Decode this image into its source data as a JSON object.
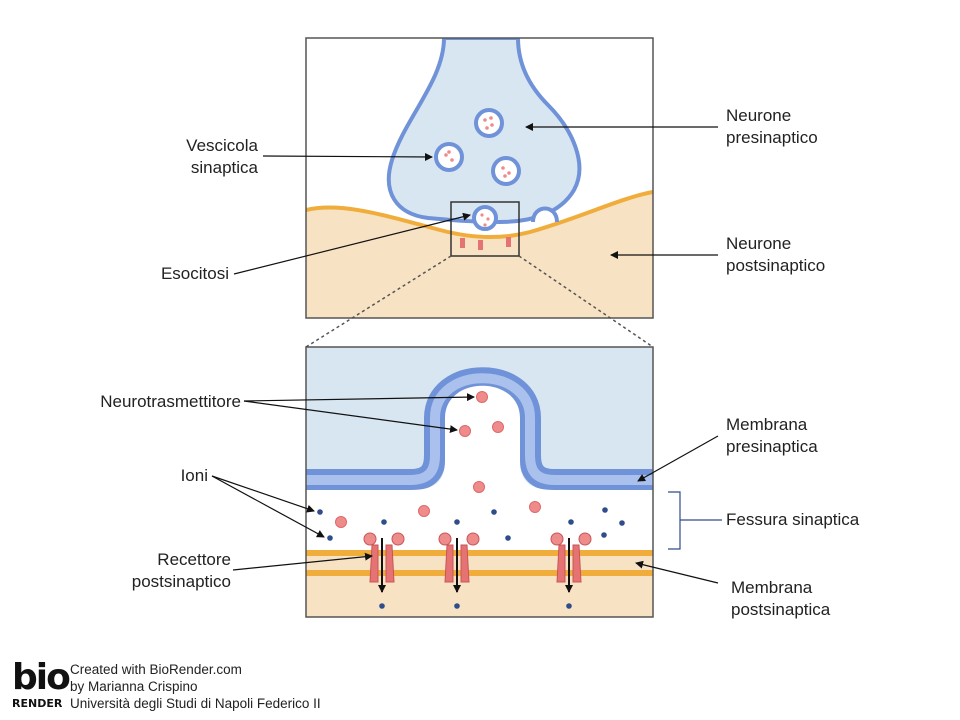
{
  "labels": {
    "vescicola": "Vescicola\nsinaptica",
    "neurone_pre": "Neurone\npresinaptico",
    "esocitosi": "Esocitosi",
    "neurone_post": "Neurone\npostsinaptico",
    "neurotrasmettitore": "Neurotrasmettitore",
    "membrana_pre": "Membrana\npresinaptica",
    "ioni": "Ioni",
    "fessura": "Fessura sinaptica",
    "recettore": "Recettore\npostsinaptico",
    "membrana_post": "Membrana\npostsinaptica"
  },
  "credits": {
    "logo_top": "bio",
    "logo_bottom": "RENDER",
    "line1": "Created with BioRender.com",
    "line2": "by Marianna Crispino",
    "line3": "Università degli Studi di Napoli Federico II"
  },
  "colors": {
    "presynaptic_fill": "#d8e6f2",
    "presynaptic_outline": "#7092d8",
    "postsynaptic_fill": "#f8e2c4",
    "membrane_orange": "#f0ad3c",
    "neurotransmitter": "#ee8c8c",
    "ion": "#2e4d8a",
    "receptor": "#e57373"
  }
}
